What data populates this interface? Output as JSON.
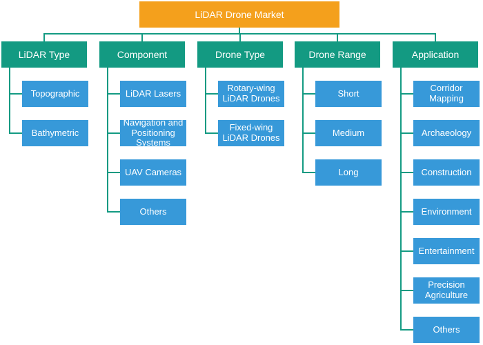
{
  "title": "LiDAR Drone Market",
  "categories": [
    {
      "id": "lidar-type",
      "label": "LiDAR Type",
      "items": [
        "Topographic",
        "Bathymetric"
      ]
    },
    {
      "id": "component",
      "label": "Component",
      "items": [
        "LiDAR Lasers",
        "Navigation and Positioning Systems",
        "UAV Cameras",
        "Others"
      ]
    },
    {
      "id": "drone-type",
      "label": "Drone Type",
      "items": [
        "Rotary-wing LiDAR Drones",
        "Fixed-wing LiDAR Drones"
      ]
    },
    {
      "id": "drone-range",
      "label": "Drone Range",
      "items": [
        "Short",
        "Medium",
        "Long"
      ]
    },
    {
      "id": "application",
      "label": "Application",
      "items": [
        "Corridor Mapping",
        "Archaeology",
        "Construction",
        "Environment",
        "Entertainment",
        "Precision Agriculture",
        "Others"
      ]
    }
  ],
  "colors": {
    "root": "#f4a01c",
    "category": "#139a82",
    "leaf": "#3799d9",
    "connector": "#139a82"
  }
}
